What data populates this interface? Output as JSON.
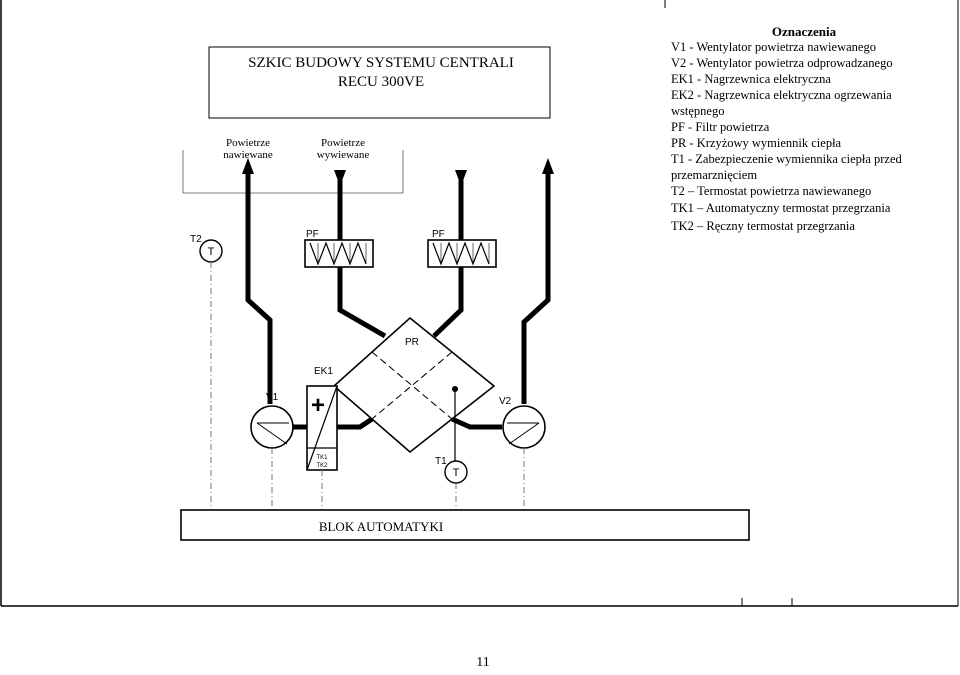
{
  "title": {
    "line1": "SZKIC BUDOWY SYSTEMU CENTRALI",
    "line2": "RECU 300VE"
  },
  "columns": {
    "supply": {
      "line1": "Powietrze",
      "line2": "nawiewane"
    },
    "exhaust": {
      "line1": "Powietrze",
      "line2": "wywiewane"
    }
  },
  "legend": {
    "heading": "Oznaczenia",
    "lines": [
      "V1 - Wentylator powietrza nawiewanego",
      "V2 - Wentylator powietrza odprowadzanego",
      "EK1 - Nagrzewnica elektryczna",
      "EK2 - Nagrzewnica elektryczna ogrzewania",
      "wstępnego",
      "PF - Filtr powietrza",
      "PR - Krzyżowy wymiennik ciepła",
      "T1 - Zabezpieczenie wymiennika ciepła przed",
      "przemarznięciem",
      "T2 – Termostat powietrza nawiewanego",
      "TK1 – Automatyczny termostat przegrzania",
      "TK2 – Ręczny termostat przegrzania"
    ]
  },
  "labels": {
    "t2": "T2",
    "t": "T",
    "pf_left": "PF",
    "pf_right": "PF",
    "pr": "PR",
    "ek1": "EK1",
    "v1": "V1",
    "v2": "V2",
    "tk1": "TK1",
    "tk2": "TK2",
    "t1": "T1",
    "t_bottom": "T",
    "plus": "+"
  },
  "automation_block": "BLOK AUTOMATYKI",
  "page_number": "11"
}
